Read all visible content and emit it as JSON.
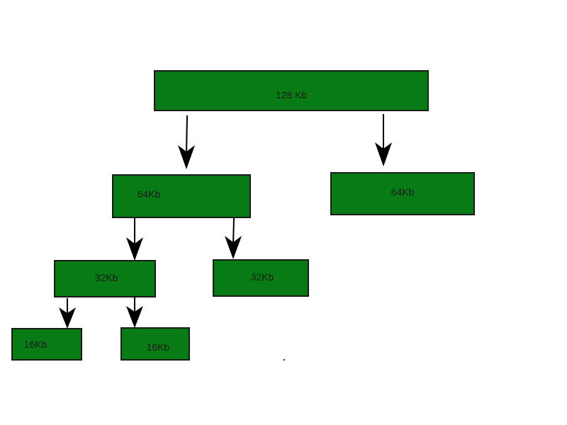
{
  "colors": {
    "node_fill": "#077c15",
    "border": "#1a1a1a",
    "arrow": "#000000"
  },
  "nodes": {
    "root": "128 Kb",
    "left_64": "64Kb",
    "right_64": "64Kb",
    "left_32": "32Kb",
    "right_32": "32Kb",
    "left_16": "16Kb",
    "right_16": "16Kb"
  }
}
